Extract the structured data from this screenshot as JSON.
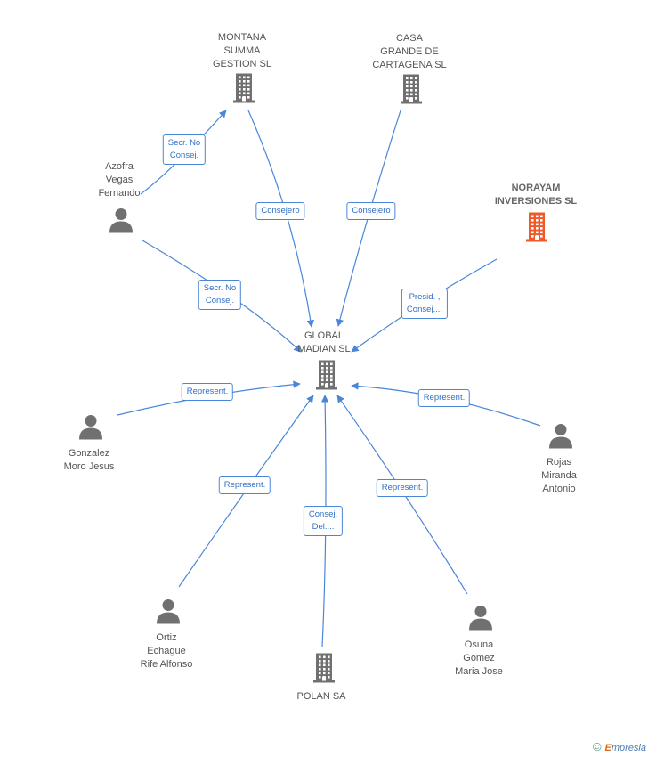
{
  "colors": {
    "edge": "#4a86d8",
    "node": "#707070",
    "highlight": "#f0592a"
  },
  "nodes": [
    {
      "id": "global",
      "type": "company",
      "label": "GLOBAL\nMADIAN SL",
      "highlight": false
    },
    {
      "id": "montana",
      "type": "company",
      "label": "MONTANA\nSUMMA\nGESTION SL",
      "highlight": false
    },
    {
      "id": "casa",
      "type": "company",
      "label": "CASA\nGRANDE DE\nCARTAGENA SL",
      "highlight": false
    },
    {
      "id": "norayam",
      "type": "company",
      "label": "NORAYAM\nINVERSIONES SL",
      "highlight": true
    },
    {
      "id": "azofra",
      "type": "person",
      "label": "Azofra\nVegas\nFernando",
      "highlight": false
    },
    {
      "id": "gonzalez",
      "type": "person",
      "label": "Gonzalez\nMoro Jesus",
      "highlight": false
    },
    {
      "id": "rojas",
      "type": "person",
      "label": "Rojas\nMiranda\nAntonio",
      "highlight": false
    },
    {
      "id": "ortiz",
      "type": "person",
      "label": "Ortiz\nEchague\nRife Alfonso",
      "highlight": false
    },
    {
      "id": "polan",
      "type": "company",
      "label": "POLAN SA",
      "highlight": false
    },
    {
      "id": "osuna",
      "type": "person",
      "label": "Osuna\nGomez\nMaria Jose",
      "highlight": false
    }
  ],
  "edges": [
    {
      "from": "azofra",
      "to": "montana",
      "label": "Secr.  No\nConsej."
    },
    {
      "from": "montana",
      "to": "global",
      "label": "Consejero"
    },
    {
      "from": "casa",
      "to": "global",
      "label": "Consejero"
    },
    {
      "from": "azofra",
      "to": "global",
      "label": "Secr.  No\nConsej."
    },
    {
      "from": "norayam",
      "to": "global",
      "label": "Presid. ,\nConsej...."
    },
    {
      "from": "gonzalez",
      "to": "global",
      "label": "Represent."
    },
    {
      "from": "rojas",
      "to": "global",
      "label": "Represent."
    },
    {
      "from": "ortiz",
      "to": "global",
      "label": "Represent."
    },
    {
      "from": "polan",
      "to": "global",
      "label": "Consej.\nDel...."
    },
    {
      "from": "osuna",
      "to": "global",
      "label": "Represent."
    }
  ],
  "footer": {
    "copyright": "©",
    "brand_e": "E",
    "brand_rest": "mpresia"
  }
}
